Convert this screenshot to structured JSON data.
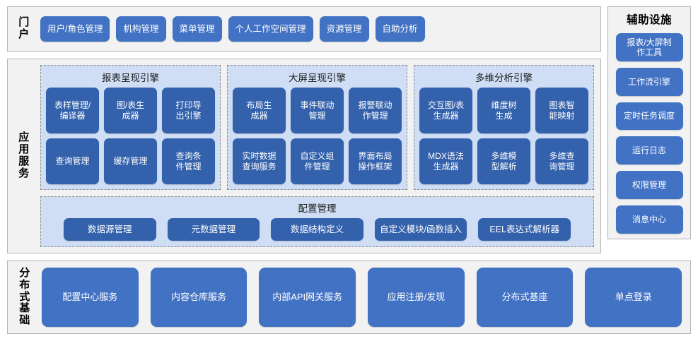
{
  "portal": {
    "label": "门\n户",
    "buttons": [
      {
        "label": "用户/角色管理"
      },
      {
        "label": "机构管理"
      },
      {
        "label": "菜单管理"
      },
      {
        "label": "个人工作空间管理"
      },
      {
        "label": "资源管理"
      },
      {
        "label": "自助分析"
      }
    ]
  },
  "aux": {
    "title": "辅助设施",
    "items": [
      {
        "label": "报表/大屏制\n作工具"
      },
      {
        "label": "工作流引擎"
      },
      {
        "label": "定时任务调度"
      },
      {
        "label": "运行日志"
      },
      {
        "label": "权限管理"
      },
      {
        "label": "消息中心"
      }
    ]
  },
  "app_services": {
    "label": "应\n用\n服\n务",
    "engines": [
      {
        "title": "报表呈现引擎",
        "rows": [
          [
            "表样管理/\n编译器",
            "图/表生\n成器",
            "打印导\n出引擎"
          ],
          [
            "查询管理",
            "缓存管理",
            "查询条\n件管理"
          ]
        ]
      },
      {
        "title": "大屏呈现引擎",
        "rows": [
          [
            "布局生\n成器",
            "事件联动\n管理",
            "报警联动\n作管理"
          ],
          [
            "实时数据\n查询服务",
            "自定义组\n件管理",
            "界面布局\n操作框架"
          ]
        ]
      },
      {
        "title": "多维分析引擎",
        "rows": [
          [
            "交互图/表\n生成器",
            "维度树\n生成",
            "图表智\n能映射"
          ],
          [
            "MDX语法\n生成器",
            "多维模\n型解析",
            "多维查\n询管理"
          ]
        ]
      }
    ],
    "config": {
      "title": "配置管理",
      "buttons": [
        {
          "label": "数据源管理"
        },
        {
          "label": "元数据管理"
        },
        {
          "label": "数据结构定义"
        },
        {
          "label": "自定义模块/函数插入"
        },
        {
          "label": "EEL表达式解析器"
        }
      ]
    }
  },
  "distributed_base": {
    "label": "分\n布\n式\n基\n础",
    "buttons": [
      {
        "label": "配置中心服务"
      },
      {
        "label": "内容仓库服务"
      },
      {
        "label": "内部API网关服务"
      },
      {
        "label": "应用注册/发现"
      },
      {
        "label": "分布式基座"
      },
      {
        "label": "单点登录"
      }
    ]
  },
  "colors": {
    "button_blue": "#4272c4",
    "button_blue_dark": "#3361ac",
    "panel_bg": "#f2f2f2",
    "panel_border": "#b4b4b4",
    "engine_bg": "#cfdef5",
    "engine_border": "#8c8c8c"
  }
}
